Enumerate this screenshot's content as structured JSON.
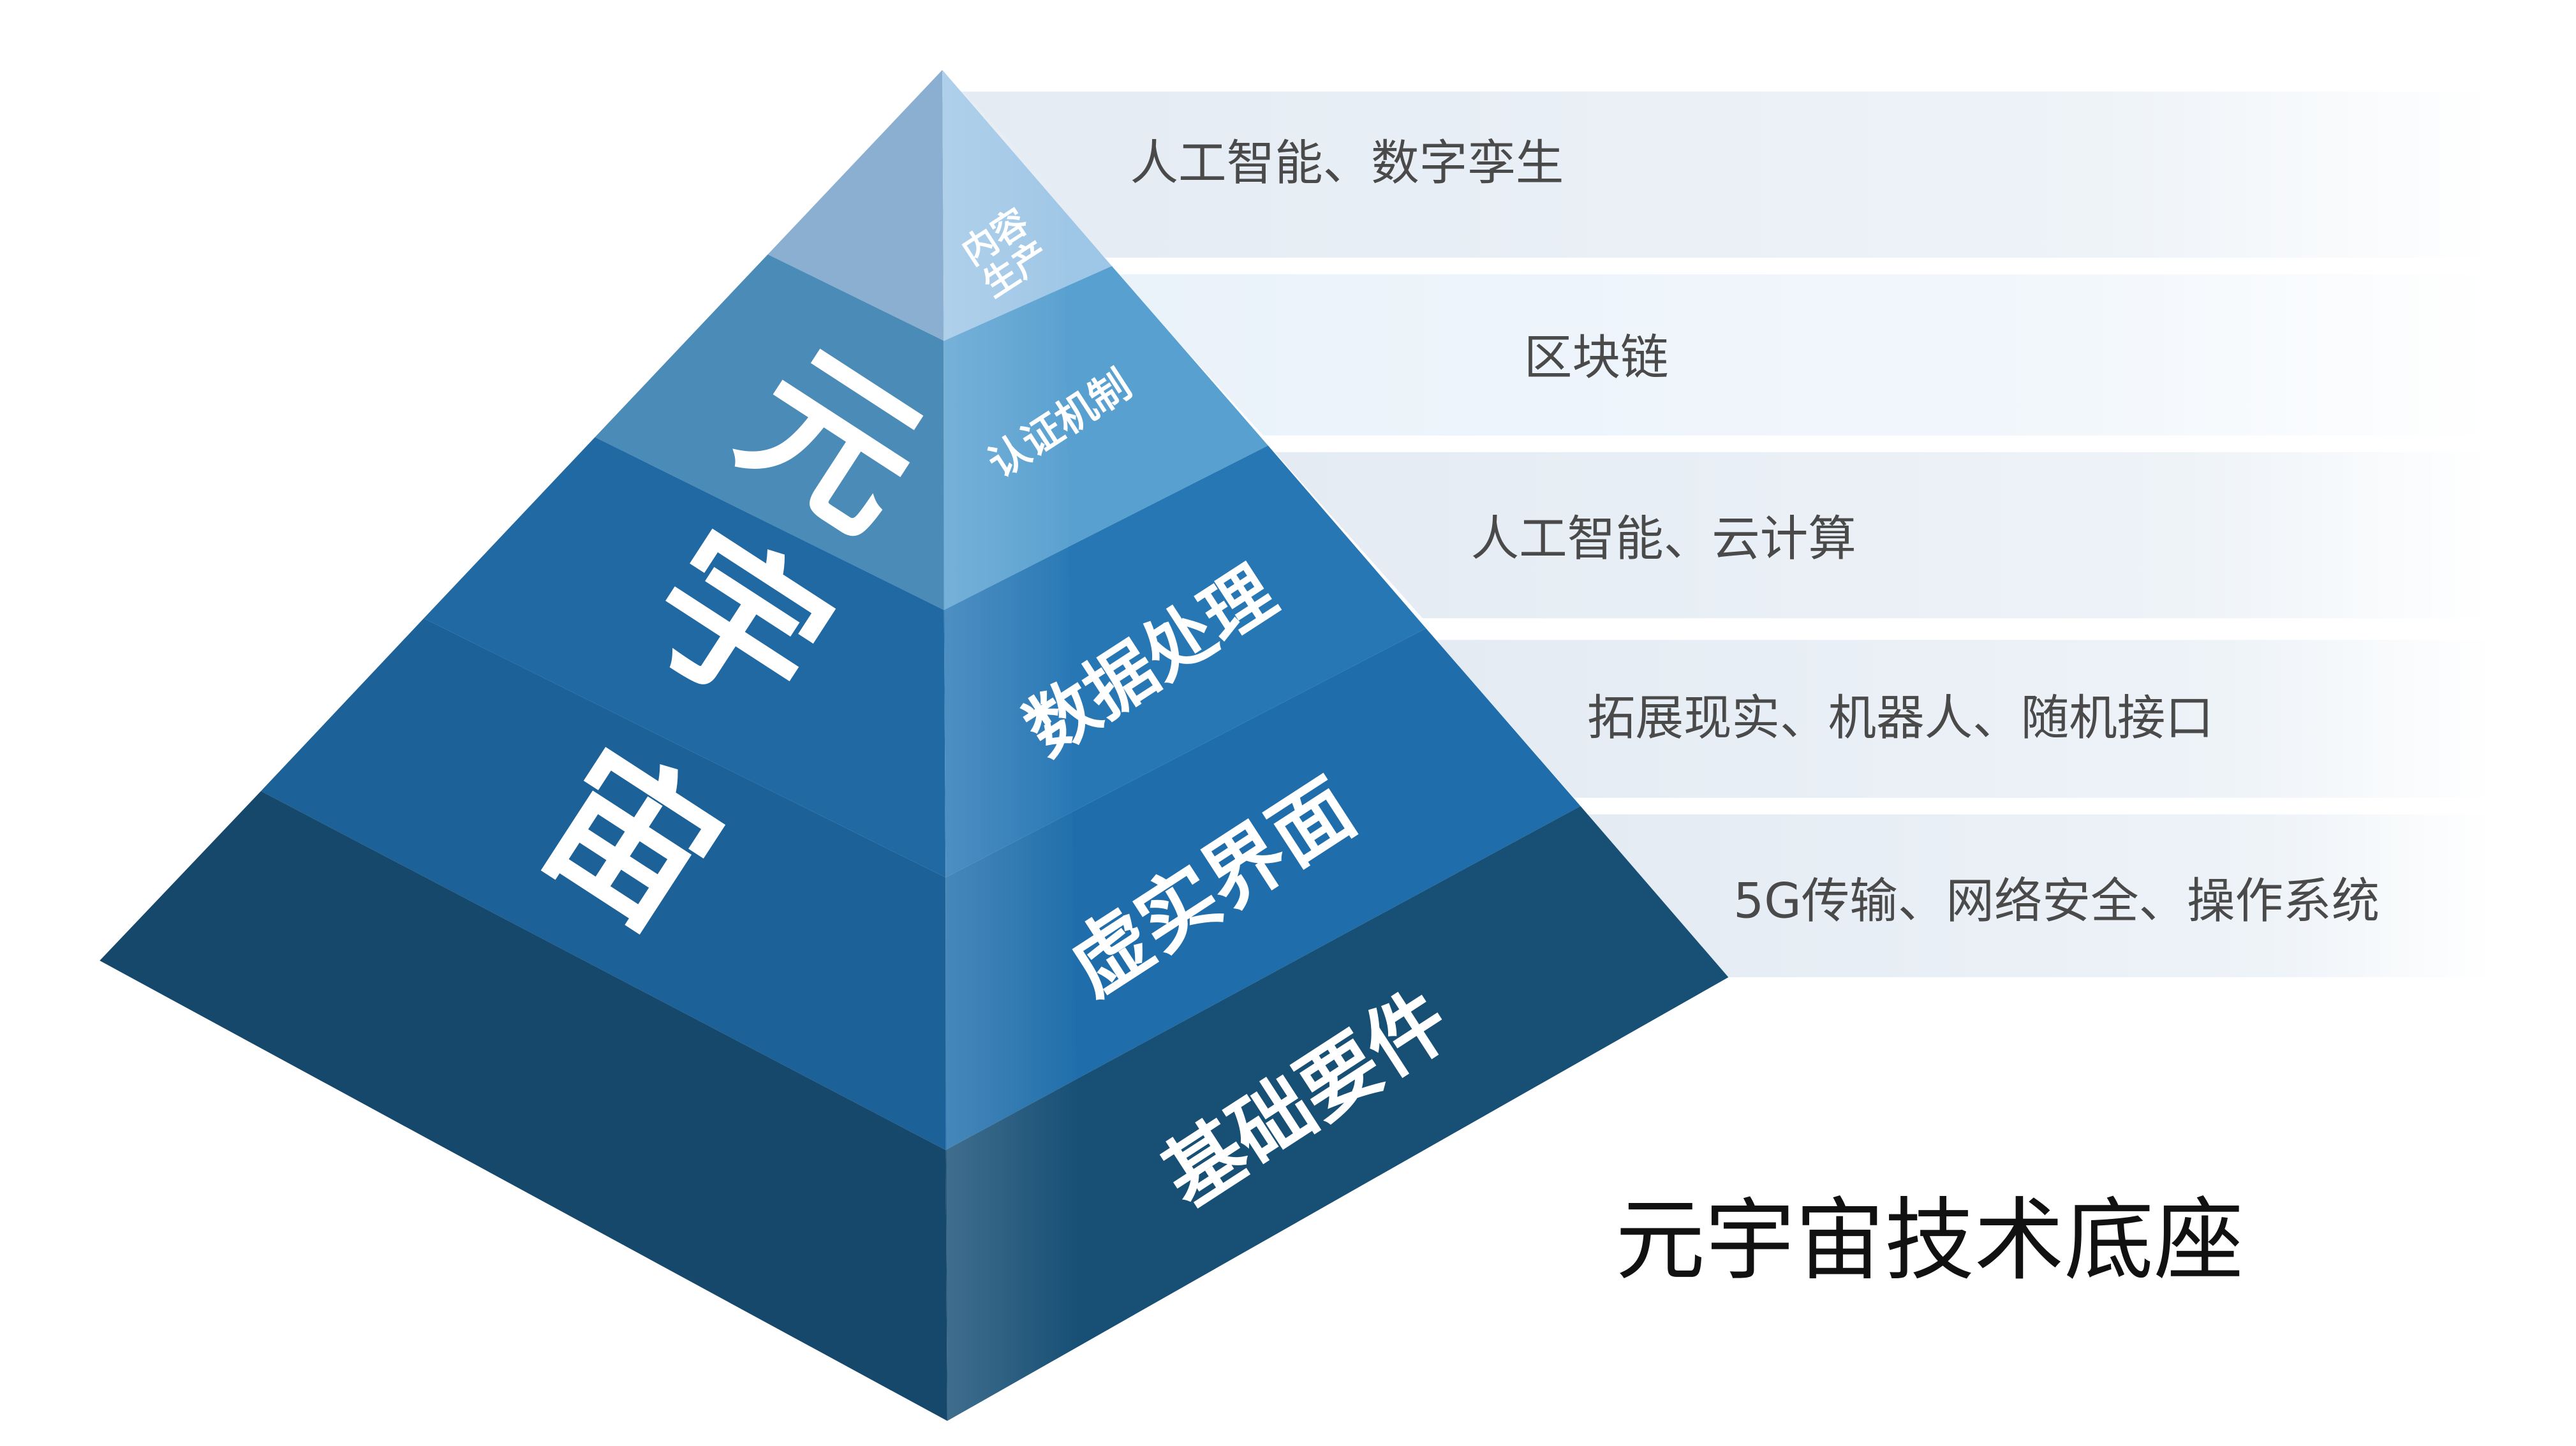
{
  "diagram": {
    "title": "元宇宙技术底座",
    "side_label": [
      "元",
      "宇",
      "宙"
    ],
    "layers": [
      {
        "name_lines": [
          "内容",
          "生产"
        ],
        "description": "人工智能、数字孪生",
        "left_color": "#8aafd0",
        "right_color": "#9ec6e6"
      },
      {
        "name": "认证机制",
        "description": "区块链",
        "left_color": "#4a8bb8",
        "right_color": "#58a0d0"
      },
      {
        "name": "数据处理",
        "description": "人工智能、云计算",
        "left_color": "#2169a3",
        "right_color": "#2777b5"
      },
      {
        "name": "虚实界面",
        "description": "拓展现实、机器人、随机接口",
        "left_color": "#1c6298",
        "right_color": "#1f6eab"
      },
      {
        "name": "基础要件",
        "description": "5G传输、网络安全、操作系统",
        "left_color": "#15486a",
        "right_color": "#174f75"
      }
    ]
  }
}
